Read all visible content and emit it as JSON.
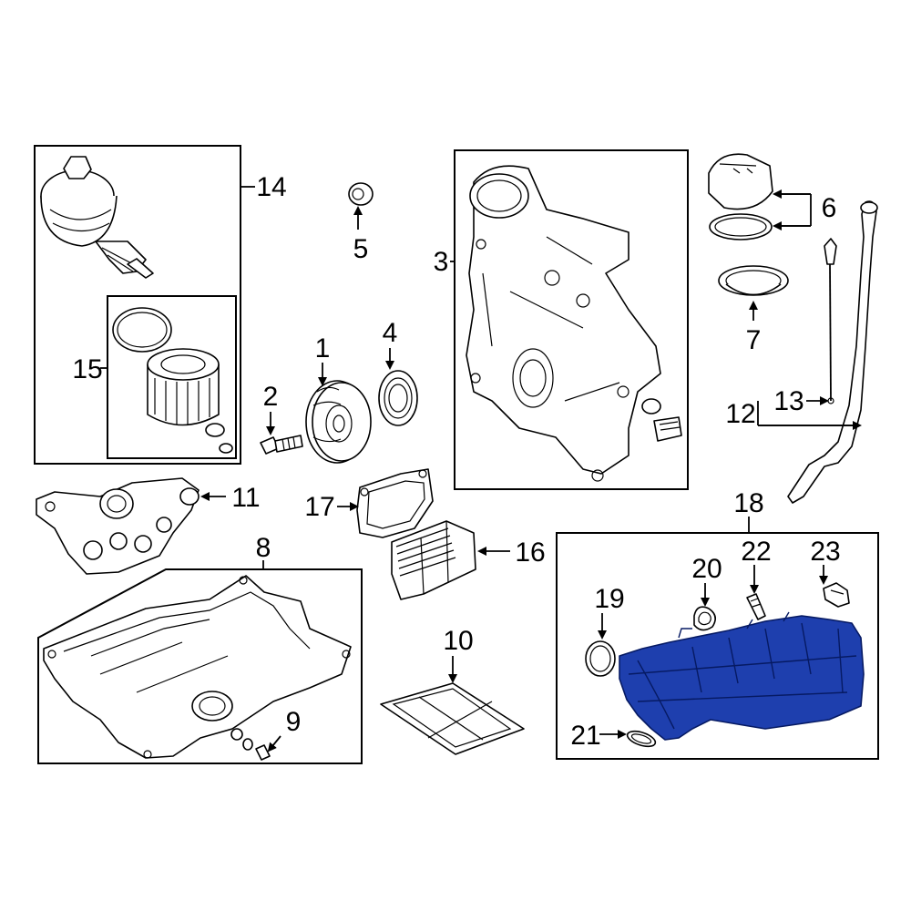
{
  "highlight_color": "#1e3fae",
  "callouts": {
    "c1": "1",
    "c2": "2",
    "c3": "3",
    "c4": "4",
    "c5": "5",
    "c6": "6",
    "c7": "7",
    "c8": "8",
    "c9": "9",
    "c10": "10",
    "c11": "11",
    "c12": "12",
    "c13": "13",
    "c14": "14",
    "c15": "15",
    "c16": "16",
    "c17": "17",
    "c18": "18",
    "c19": "19",
    "c20": "20",
    "c21": "21",
    "c22": "22",
    "c23": "23"
  },
  "highlighted_part": "18"
}
